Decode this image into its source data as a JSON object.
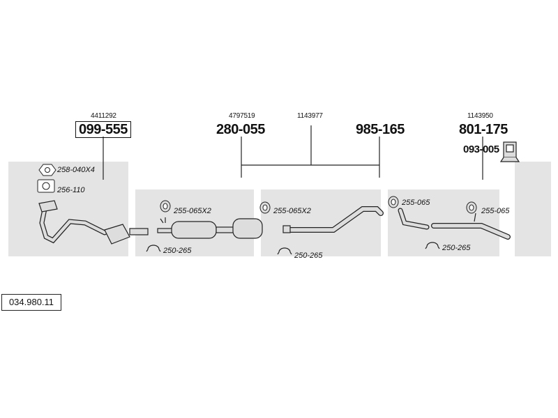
{
  "catalog_number": "034.980.11",
  "parts": {
    "front": {
      "oem": "4411292",
      "number": "099-555"
    },
    "middle": {
      "oem": "4797519",
      "number": "280-055"
    },
    "connector": {
      "oem": "1143977"
    },
    "rear_pipe": {
      "number": "985-165"
    },
    "tail": {
      "oem": "1143950",
      "number": "801-175"
    },
    "tail_mount": {
      "number": "093-005"
    }
  },
  "accessories": {
    "nut": "258-040X4",
    "gasket": "256-110",
    "hanger_mid1": "255-065X2",
    "hanger_mid2": "255-065X2",
    "hanger_rear1": "255-065",
    "hanger_rear2": "255-065",
    "clamp_mid1": "250-265",
    "clamp_mid2": "250-265",
    "clamp_rear": "250-265"
  },
  "colors": {
    "band": "#e4e4e4",
    "line": "#222222",
    "part_fill": "#d8d8d8"
  }
}
